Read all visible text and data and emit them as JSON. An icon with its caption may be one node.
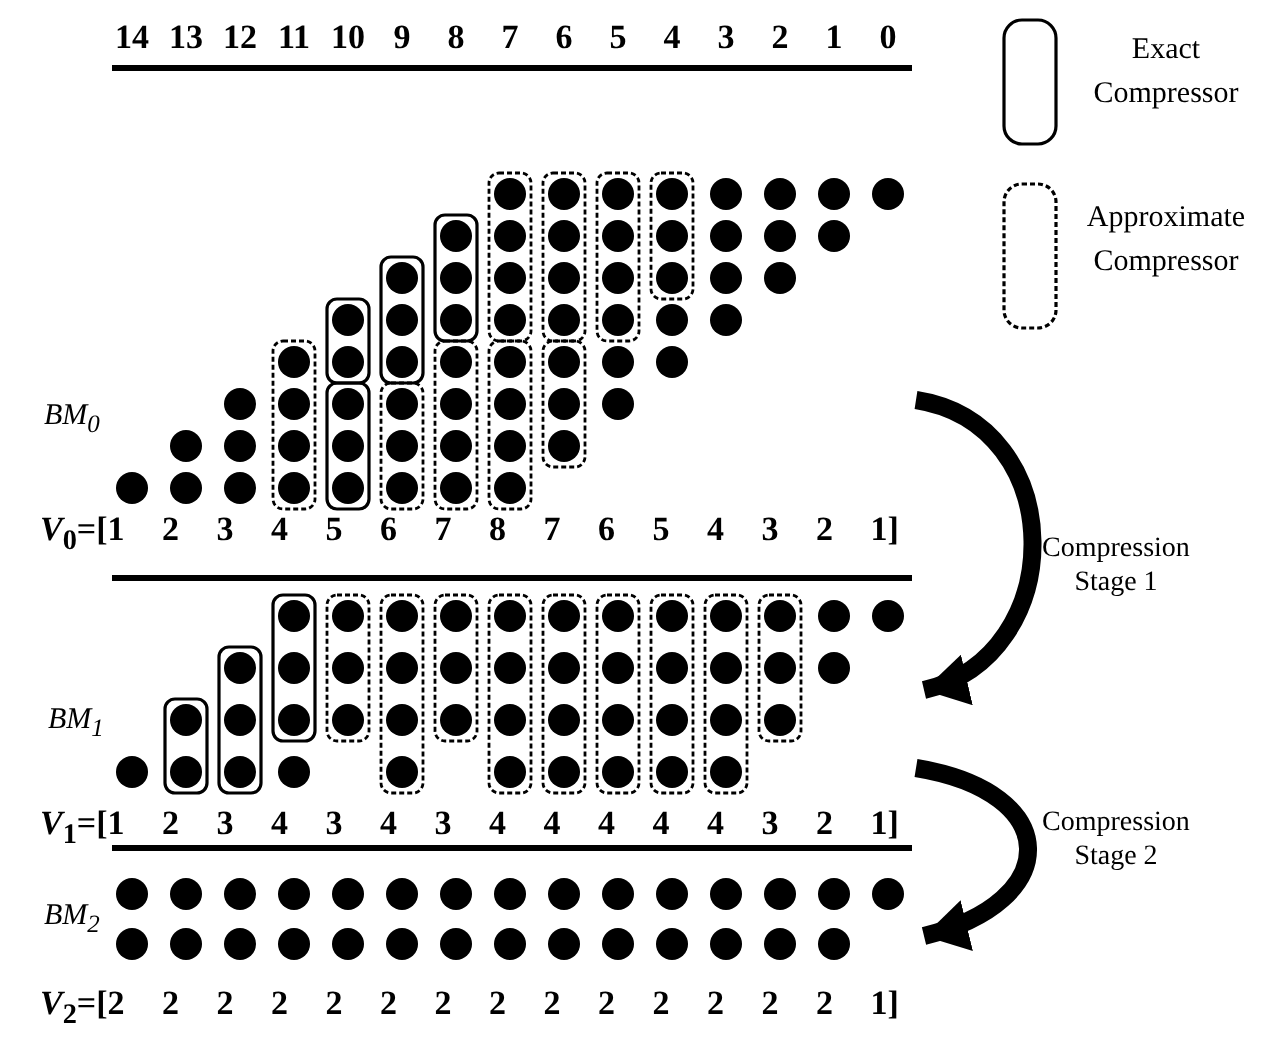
{
  "diagram": {
    "nodes": [
      {
        "text": [
          "*BM*$_{0}$"
        ]
      },
      {
        "text": [
          "*BM*$_{1}$"
        ]
      },
      {
        "text": [
          "*BM*$_{2}$"
        ]
      }
    ],
    "edges": [
      {
        "from": 0,
        "to": 1,
        "arrow": "to",
        "label": "Compression Stage 1"
      },
      {
        "from": 1,
        "to": 2,
        "arrow": "to",
        "label": "Compression Stage 2"
      }
    ],
    "labels": [
      "14",
      "13",
      "12",
      "11",
      "10",
      "9",
      "8",
      "7",
      "6",
      "5",
      "4",
      "3",
      "2",
      "1",
      "0",
      "*V*$_{0}$=[1 2 3 4 5 6 7 8 7 6 5 4 3 2 1]",
      "*V*$_{1}$=[1 2 3 4 3 4 3 4 4 4 4 4 3 2 1]",
      "*V*$_{2}$=[2 2 2 2 2 2 2 2 2 2 2 2 2 2 1]"
    ],
    "legend": [
      {
        "text": "Exact Compressor"
      },
      {
        "text": "Approximate Compressor"
      }
    ]
  }
}
